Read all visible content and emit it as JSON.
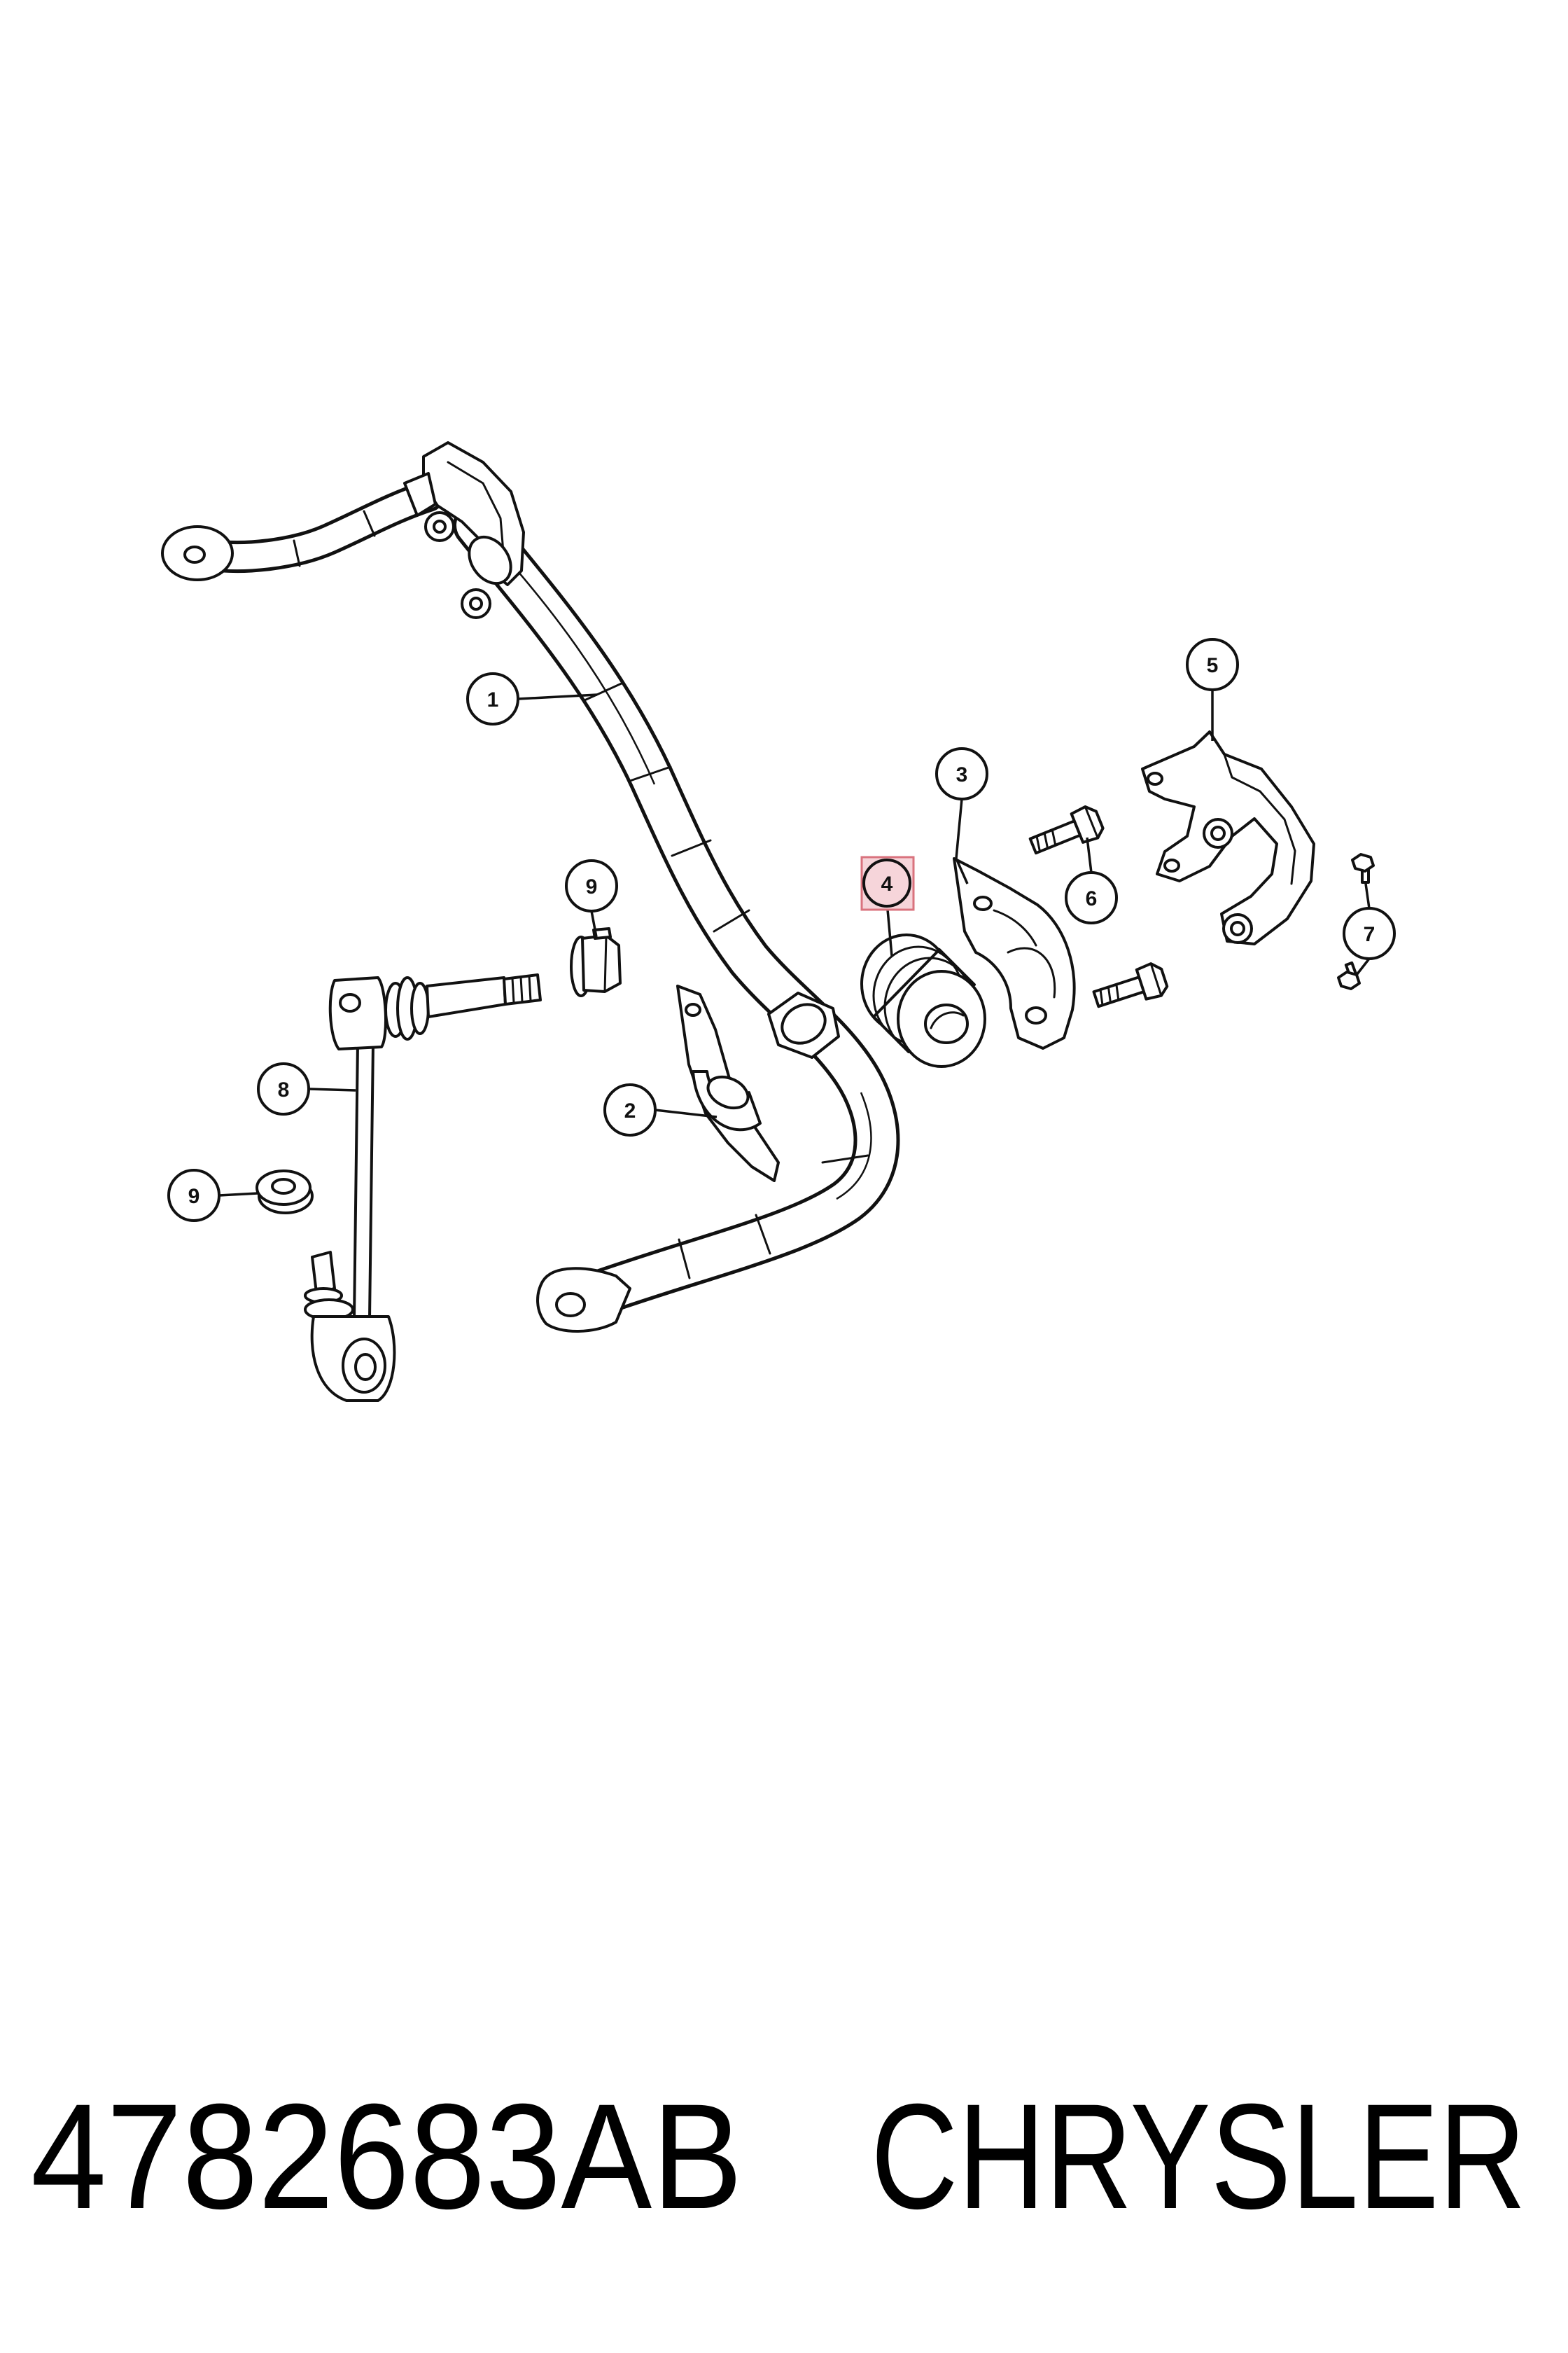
{
  "callouts": [
    "1",
    "2",
    "3",
    "4",
    "5",
    "6",
    "7",
    "8",
    "9",
    "9"
  ],
  "highlight": {
    "callout": "4",
    "fill": "#f6d5da",
    "stroke": "#d9737e"
  },
  "footer": {
    "part_number": "4782683AB",
    "brand": "CHRYSLER"
  },
  "colors": {
    "line": "#111111",
    "background": "#ffffff"
  }
}
